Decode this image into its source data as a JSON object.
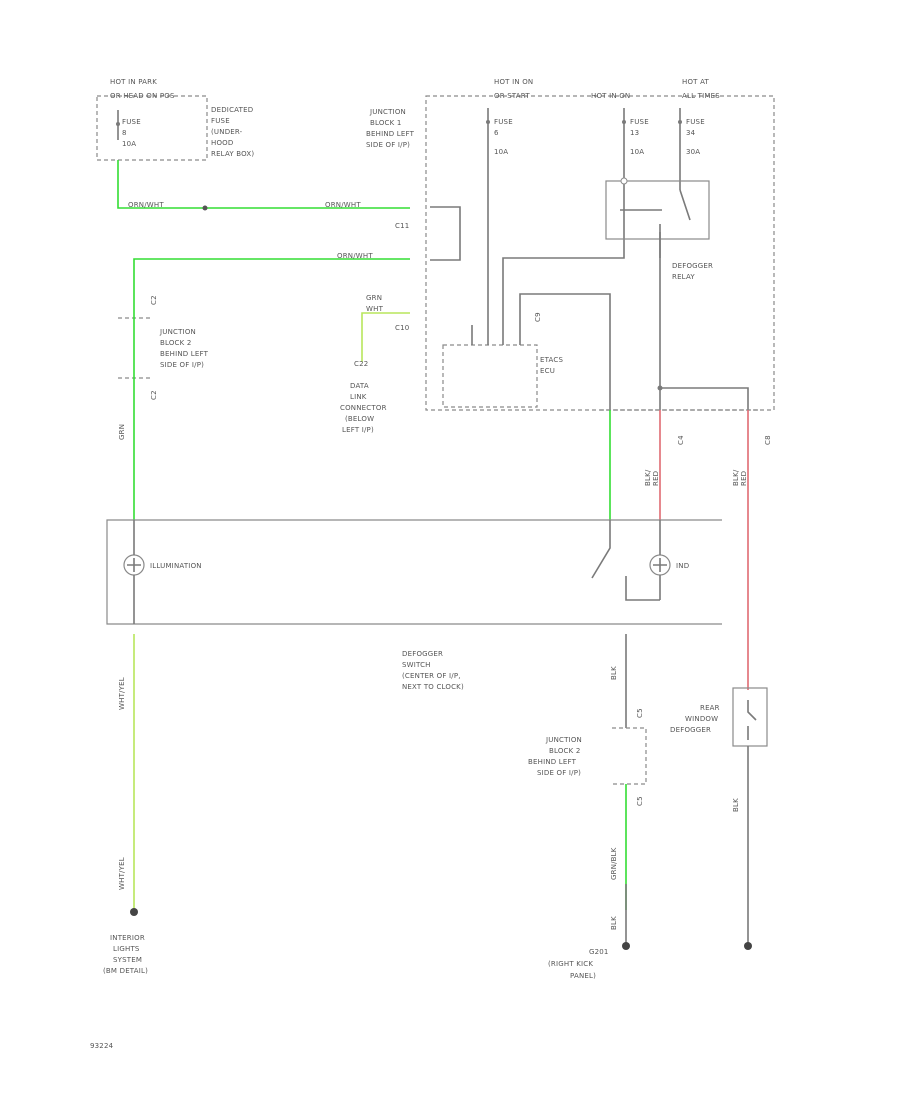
{
  "colors": {
    "green": "#33dd33",
    "yellow_green": "#b8e65c",
    "red": "#e06a72",
    "black": "#7a7a7a",
    "outline": "#8a8a8a"
  },
  "labels": {
    "hot_in_park": "HOT IN PARK",
    "hot_in_park_2": "OR HEAD ON POS",
    "dedicated_fuse_1": "DEDICATED",
    "dedicated_fuse_2": "FUSE",
    "dedicated_fuse_3": "(UNDER-",
    "dedicated_fuse_4": "HOOD",
    "dedicated_fuse_5": "RELAY BOX)",
    "fuse_a1": "FUSE",
    "fuse_a2": "8",
    "fuse_a3": "10A",
    "hot_in_on": "HOT IN ON",
    "hot_in_on_2": "OR START",
    "hot_in_on_b": "HOT IN ON",
    "hot_at": "HOT AT",
    "hot_at_2": "ALL TIMES",
    "fuse_b1": "FUSE",
    "fuse_b2": "6",
    "fuse_b3": "10A",
    "fuse_c1": "FUSE",
    "fuse_c2": "13",
    "fuse_c3": "10A",
    "fuse_d1": "FUSE",
    "fuse_d2": "34",
    "fuse_d3": "30A",
    "jb1_1": "JUNCTION",
    "jb1_2": "BLOCK 1",
    "jb1_3": "BEHIND LEFT",
    "jb1_4": "SIDE OF I/P)",
    "wire_orn_1": "ORN/WHT",
    "wire_orn_2": "ORN/WHT",
    "wire_orn_3": "ORN/WHT",
    "c11": "C11",
    "c10": "C10",
    "c2_top": "C2",
    "c2_bot": "C2",
    "jb2a_1": "JUNCTION",
    "jb2a_2": "BLOCK 2",
    "jb2a_3": "BEHIND LEFT",
    "jb2a_4": "SIDE OF I/P)",
    "grn_1": "GRN",
    "grn_2": "WHT",
    "dlc_pin": "C22",
    "dlc_1": "DATA",
    "dlc_2": "LINK",
    "dlc_3": "CONNECTOR",
    "dlc_4": "(BELOW",
    "dlc_5": "LEFT I/P)",
    "etacs_1": "ETACS",
    "etacs_2": "ECU",
    "c9": "C9",
    "def_relay_1": "DEFOGGER",
    "def_relay_2": "RELAY",
    "wire_grn_v": "GRN",
    "wire_blk_1": "BLK/",
    "wire_blk_2": "RED",
    "wire_blk_3": "BLK/",
    "wire_blk_4": "RED",
    "c4": "C4",
    "c8": "C8",
    "illum": "ILLUMINATION",
    "ind": "IND",
    "def_sw_1": "DEFOGGER",
    "def_sw_2": "SWITCH",
    "def_sw_3": "(CENTER OF I/P,",
    "def_sw_4": "NEXT TO CLOCK)",
    "rear_def_1": "REAR",
    "rear_def_2": "WINDOW",
    "rear_def_3": "DEFOGGER",
    "jb2b_1": "JUNCTION",
    "jb2b_2": "BLOCK 2",
    "jb2b_3": "BEHIND LEFT",
    "jb2b_4": "SIDE OF I/P)",
    "c5_a": "C5",
    "c5_b": "C5",
    "wht_1": "WHT/YEL",
    "wht_2": "WHT/YEL",
    "blk_a": "BLK",
    "blk_b": "BLK",
    "blk_c": "BLK",
    "grn_blk": "GRN/BLK",
    "int_lights_1": "INTERIOR",
    "int_lights_2": "LIGHTS",
    "int_lights_3": "SYSTEM",
    "int_lights_4": "(BM DETAIL)",
    "g201_1": "G201",
    "g201_2": "(RIGHT KICK",
    "g201_3": "PANEL)",
    "page_code": "93224"
  }
}
